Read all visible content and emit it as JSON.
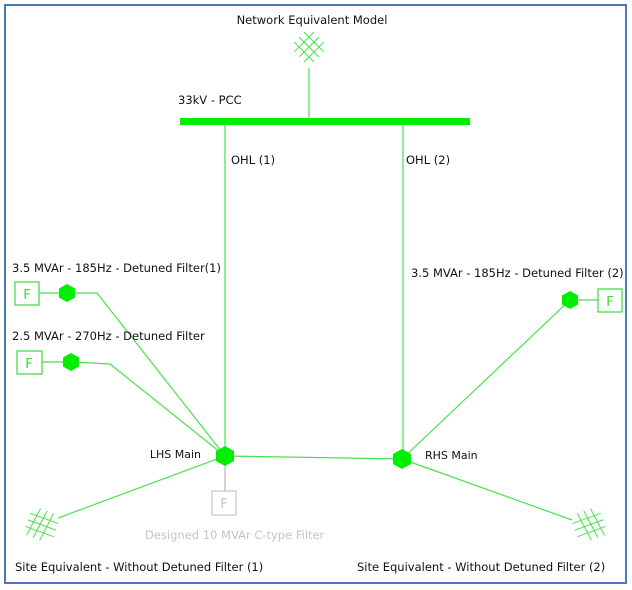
{
  "diagram": {
    "title": "Network Equivalent Model",
    "busbar_label": "33kV - PCC",
    "lines": {
      "ohl1": "OHL (1)",
      "ohl2": "OHL (2)"
    },
    "nodes": {
      "lhs": "LHS Main",
      "rhs": "RHS Main"
    },
    "filters": {
      "f1": {
        "label": "3.5 MVAr - 185Hz - Detuned Filter(1)",
        "symbol": "F"
      },
      "f2": {
        "label": "2.5 MVAr - 270Hz - Detuned Filter",
        "symbol": "F"
      },
      "f3": {
        "label": "3.5 MVAr - 185Hz - Detuned Filter (2)",
        "symbol": "F"
      },
      "ctype": {
        "label": "Designed 10 MVAr C-type Filter",
        "symbol": "F"
      }
    },
    "sites": {
      "s1": "Site Equivalent - Without Detuned Filter (1)",
      "s2": "Site Equivalent - Without Detuned Filter (2)"
    },
    "colors": {
      "energized": "#00ee00",
      "line": "#4be04b",
      "disabled": "#c4c4c4",
      "border": "#4a78b8"
    }
  }
}
